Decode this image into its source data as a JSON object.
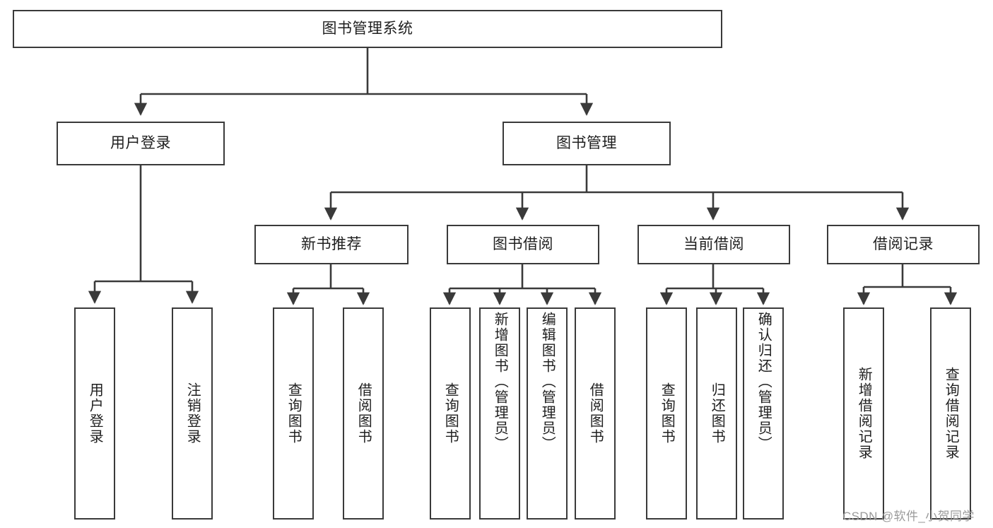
{
  "diagram": {
    "title": "图书管理系统",
    "type": "tree-hierarchy-diagram",
    "accent_color": "#3a3a3a",
    "background_color": "#ffffff",
    "levels": {
      "root": "图书管理系统",
      "level2": [
        "用户登录",
        "图书管理"
      ],
      "level3": [
        "新书推荐",
        "图书借阅",
        "当前借阅",
        "借阅记录"
      ]
    },
    "nodes": {
      "root": {
        "label": "图书管理系统"
      },
      "user_login": {
        "label": "用户登录"
      },
      "book_manage": {
        "label": "图书管理"
      },
      "new_book_rec": {
        "label": "新书推荐"
      },
      "book_borrow": {
        "label": "图书借阅"
      },
      "current_borrow": {
        "label": "当前借阅"
      },
      "borrow_record": {
        "label": "借阅记录"
      },
      "leaf_user_login": {
        "label": "用户登录"
      },
      "leaf_logout": {
        "label": "注销登录"
      },
      "leaf_query_book_1": {
        "label": "查询图书"
      },
      "leaf_borrow_book_1": {
        "label": "借阅图书"
      },
      "leaf_query_book_2": {
        "label": "查询图书"
      },
      "leaf_add_book": {
        "label": "新增图书（管理员）"
      },
      "leaf_edit_book": {
        "label": "编辑图书（管理员）"
      },
      "leaf_borrow_book_2": {
        "label": "借阅图书"
      },
      "leaf_query_book_3": {
        "label": "查询图书"
      },
      "leaf_return_book": {
        "label": "归还图书"
      },
      "leaf_confirm_return": {
        "label": "确认归还（管理员）"
      },
      "leaf_add_record": {
        "label": "新增借阅记录"
      },
      "leaf_query_record": {
        "label": "查询借阅记录"
      }
    }
  },
  "watermark": {
    "text": "CSDN @软件_小贺同学"
  }
}
